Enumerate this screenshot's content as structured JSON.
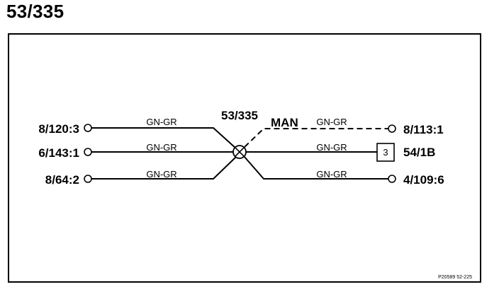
{
  "title": "53/335",
  "splice": {
    "label": "53/335",
    "man_label": "MAN"
  },
  "left_terminals": [
    {
      "label": "8/120:3",
      "wire": "GN-GR"
    },
    {
      "label": "6/143:1",
      "wire": "GN-GR"
    },
    {
      "label": "8/64:2",
      "wire": "GN-GR"
    }
  ],
  "right_terminals": [
    {
      "label": "8/113:1",
      "wire": "GN-GR",
      "dashed": true
    },
    {
      "label": "54/1B",
      "wire": "GN-GR",
      "connector_pin": "3"
    },
    {
      "label": "4/109:6",
      "wire": "GN-GR"
    }
  ],
  "footer_code": "P20589 52-225"
}
